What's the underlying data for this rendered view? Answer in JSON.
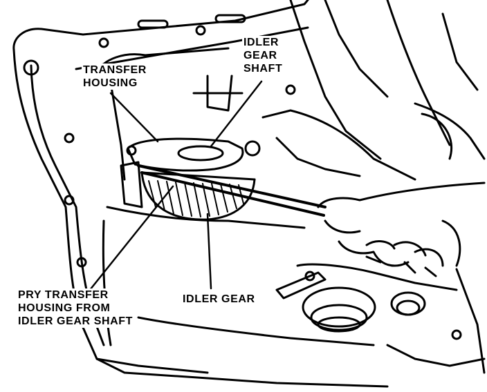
{
  "labels": {
    "transfer_housing": [
      "TRANSFER",
      "HOUSING"
    ],
    "idler_gear_shaft": [
      "IDLER",
      "GEAR",
      "SHAFT"
    ],
    "pry_instruction": [
      "PRY TRANSFER",
      "HOUSING FROM",
      "IDLER GEAR SHAFT"
    ],
    "idler_gear": [
      "IDLER GEAR"
    ]
  },
  "colors": {
    "ink": "#000000",
    "paper": "#ffffff"
  }
}
